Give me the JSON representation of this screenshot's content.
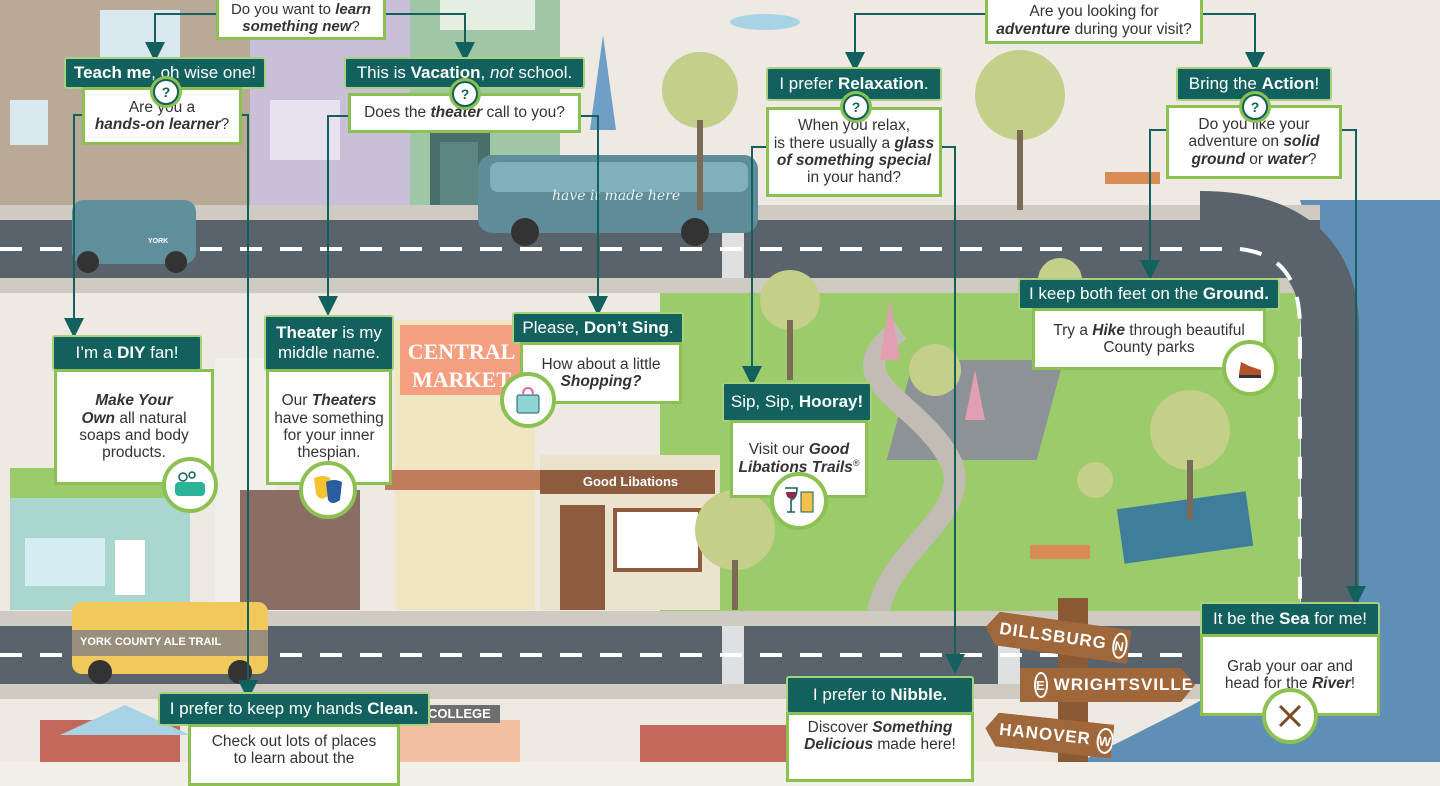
{
  "colors": {
    "header": "#13615f",
    "border": "#8cc152",
    "road": "#59636c",
    "water": "#5f8fb5",
    "grass": "#9ccb6c"
  },
  "questions": {
    "learn": {
      "line1": "Do you want to ",
      "em1": "learn",
      "line2a": "something new",
      "line2b": "?"
    },
    "adventure": {
      "line1": "Are you looking for",
      "em": "adventure",
      "rest": " during your visit?"
    }
  },
  "nodes": {
    "teach_me": {
      "head_b": "Teach me",
      "head_rest": ", oh wise one!",
      "q_a": "Are you a",
      "q_b": "hands-on learner",
      "q_c": "?"
    },
    "vacation": {
      "head_a": "This is ",
      "head_b": "Vacation",
      "head_c": ", ",
      "head_i": "not",
      "head_d": " school.",
      "q_a": "Does the ",
      "q_b": "theater",
      "q_c": " call to you?"
    },
    "relaxation": {
      "head_a": "I prefer ",
      "head_b": "Relaxation",
      "head_c": ".",
      "q1": "When you relax,",
      "q2a": "is there usually a ",
      "q2b": "glass",
      "q3": "of something special",
      "q4": "in your hand?"
    },
    "action": {
      "head_a": "Bring the ",
      "head_b": "Action",
      "head_c": "!",
      "q1": "Do you like your",
      "q2a": "adventure on ",
      "q2b": "solid",
      "q3a": "ground",
      "q3b": " or ",
      "q3c": "water",
      "q3d": "?"
    },
    "diy": {
      "head_a": "I’m a ",
      "head_b": "DIY",
      "head_c": " fan!",
      "t1": "Make Your",
      "t2a": "Own",
      "t2b": " all natural",
      "t3": "soaps and body",
      "t4": "products."
    },
    "theater": {
      "head_b": "Theater",
      "head_rest": " is my",
      "head_2": "middle name.",
      "t1a": "Our ",
      "t1b": "Theaters",
      "t2": "have something",
      "t3": "for your inner",
      "t4": "thespian."
    },
    "dont_sing": {
      "head_a": "Please, ",
      "head_b": "Don’t Sing",
      "head_c": ".",
      "t1": "How about a little",
      "t2": "Shopping?"
    },
    "hooray": {
      "head_a": "Sip, Sip, ",
      "head_b": "Hooray!",
      "t1a": "Visit our ",
      "t1b": "Good",
      "t2": "Libations Trails",
      "t2sup": "®"
    },
    "ground": {
      "head_a": "I keep both feet on the ",
      "head_b": "Ground.",
      "t1a": "Try a ",
      "t1b": "Hike",
      "t1c": " through beautiful",
      "t2": "County parks"
    },
    "sea": {
      "head_a": "It be the ",
      "head_b": "Sea",
      "head_c": " for me!",
      "t1": "Grab your oar and",
      "t2a": "head for the ",
      "t2b": "River",
      "t2c": "!"
    },
    "clean": {
      "head_a": "I prefer to keep my hands ",
      "head_b": "Clean.",
      "t1": "Check out lots of places",
      "t2": "to learn about the"
    },
    "nibble": {
      "head_a": "I prefer to ",
      "head_b": "Nibble.",
      "t1a": "Discover ",
      "t1b": "Something",
      "t2a": "Delicious",
      "t2b": " made here!"
    }
  },
  "q_mark": "?",
  "scene": {
    "central_market_1": "CENTRAL",
    "central_market_2": "MARKET",
    "good_libations": "Good Libations",
    "bus_text": "have it made here",
    "school_bus": "YORK COUNTY ALE TRAIL",
    "college": "COLLEGE",
    "van_text": "YORK",
    "signs": {
      "dillsburg": "DILLSBURG",
      "dillsburg_dir": "N",
      "wrightsville": "WRIGHTSVILLE",
      "wrightsville_dir": "E",
      "hanover": "HANOVER",
      "hanover_dir": "W"
    }
  }
}
